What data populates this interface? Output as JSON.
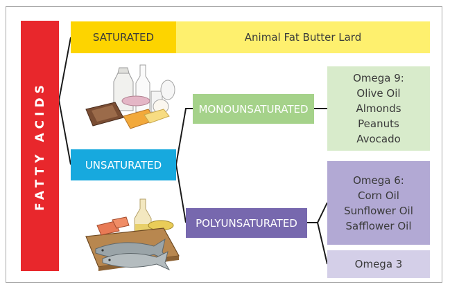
{
  "root": {
    "label": "FATTY ACIDS"
  },
  "saturated": {
    "label": "SATURATED",
    "examples": "Animal Fat Butter Lard"
  },
  "unsaturated": {
    "label": "UNSATURATED"
  },
  "monounsaturated": {
    "label": "MONOUNSATURATED",
    "sources": [
      "Omega 9:",
      "Olive Oil",
      "Almonds",
      "Peanuts",
      "Avocado"
    ]
  },
  "polyunsaturated": {
    "label": "POLYUNSATURATED",
    "omega6_sources": [
      "Omega 6:",
      "Corn Oil",
      "Sunflower Oil",
      "Safflower Oil"
    ],
    "omega3_label": "Omega 3"
  },
  "colors": {
    "fatty_acids": "#e8272c",
    "saturated": "#fdd400",
    "saturated_examples": "#fef06e",
    "unsaturated": "#17a9de",
    "monounsaturated": "#a5d28a",
    "monounsaturated_sources": "#d8ebcb",
    "polyunsaturated": "#7768ae",
    "omega6": "#b2a9d4",
    "omega3": "#d4cfe8"
  },
  "icons": [
    "dairy-foods-illustration",
    "fish-and-oil-illustration"
  ]
}
